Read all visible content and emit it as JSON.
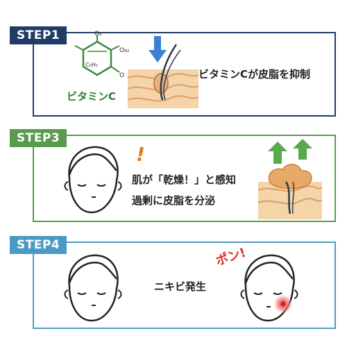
{
  "colors": {
    "step1": "#1f3b66",
    "step3": "#5a9a4e",
    "step4": "#4a9ac4"
  },
  "steps": [
    {
      "tag": "STEP1",
      "molecule_label": "ビタミンC",
      "molecule_atoms": [
        "O₆",
        "O₈₂",
        "C₆H₅",
        "O"
      ],
      "caption": "ビタミンCが皮脂を抑制"
    },
    {
      "tag": "STEP3",
      "exclaim": "!",
      "caption_line1": "肌が「乾燥！」と感知",
      "caption_line2": "過剰に皮脂を分泌"
    },
    {
      "tag": "STEP4",
      "caption": "ニキビ発生",
      "sound_effect": "ポン!"
    }
  ]
}
